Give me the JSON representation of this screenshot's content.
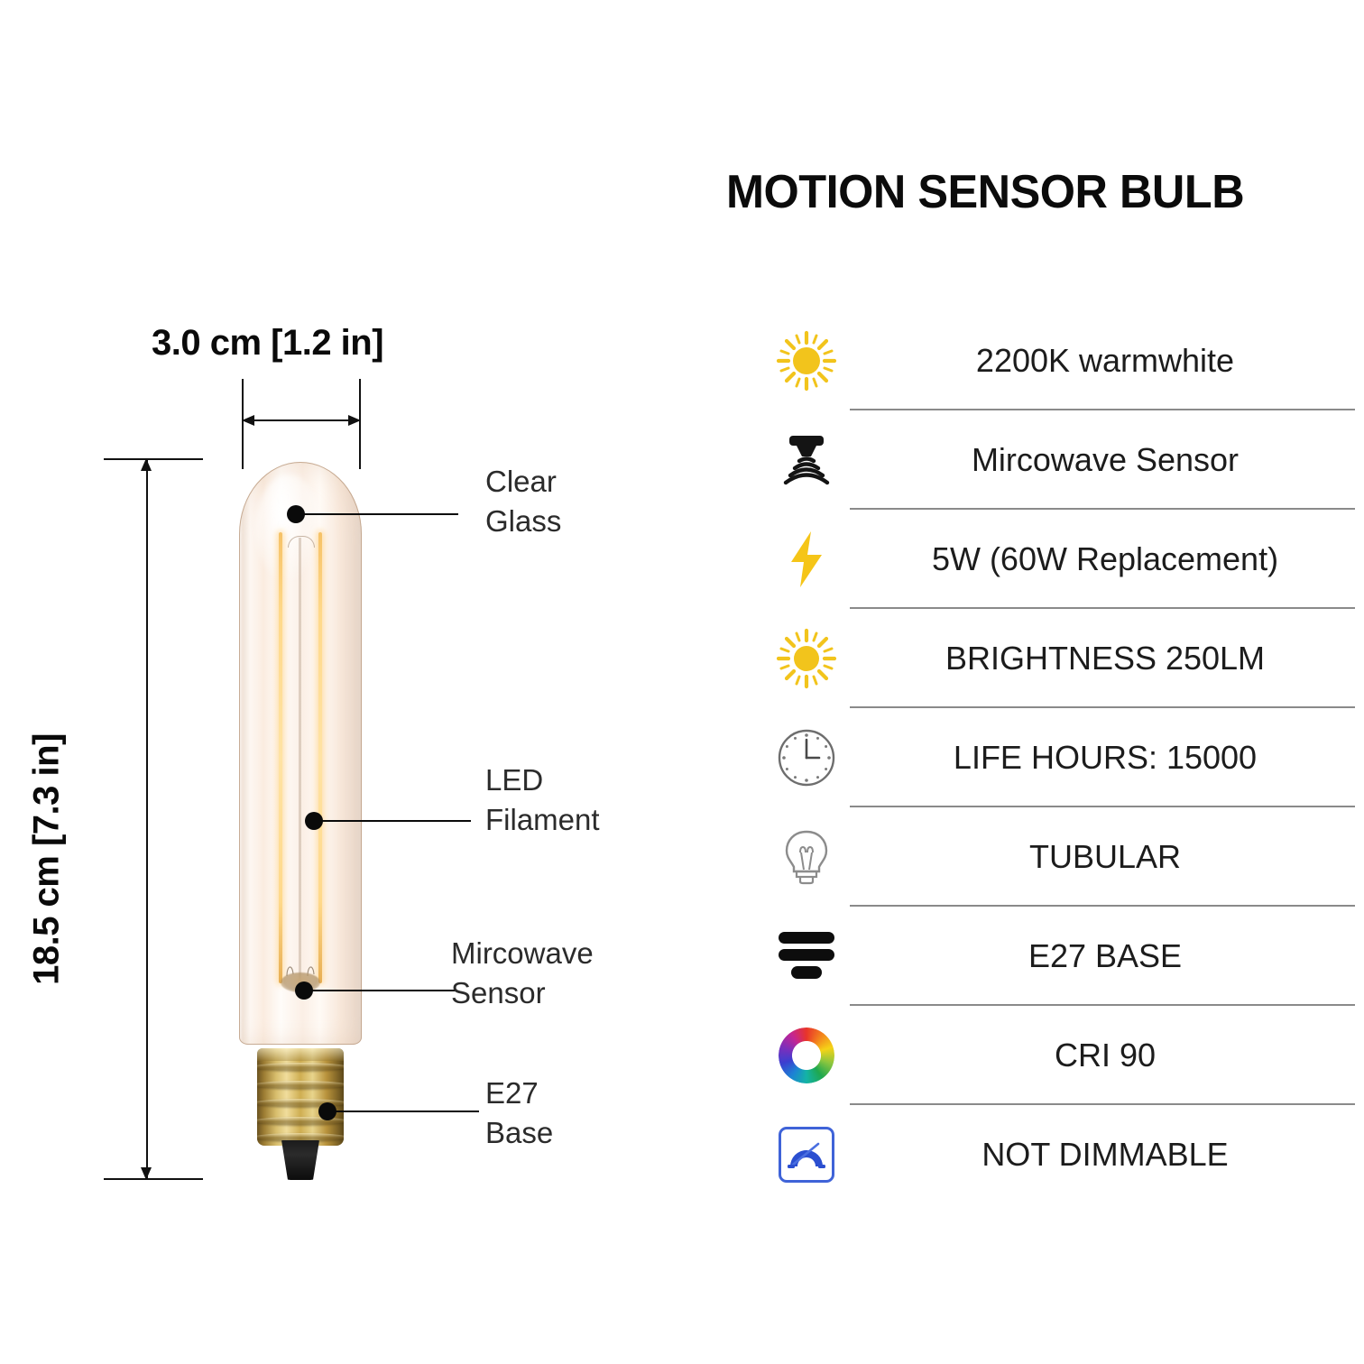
{
  "title": "MOTION SENSOR BULB",
  "dimensions": {
    "width_label": "3.0 cm [1.2 in]",
    "height_label": "18.5 cm [7.3 in]"
  },
  "callouts": [
    {
      "name": "clear-glass",
      "label": "Clear\nGlass"
    },
    {
      "name": "led-filament",
      "label": "LED\nFilament"
    },
    {
      "name": "microwave-sensor",
      "label": "Mircowave\nSensor"
    },
    {
      "name": "e27-base",
      "label": "E27\nBase"
    }
  ],
  "specs": [
    {
      "icon": "sun-icon",
      "text": "2200K warmwhite"
    },
    {
      "icon": "motion-sensor-icon",
      "text": "Mircowave Sensor"
    },
    {
      "icon": "lightning-bolt-icon",
      "text": "5W (60W Replacement)"
    },
    {
      "icon": "sun-icon",
      "text": "BRIGHTNESS 250LM"
    },
    {
      "icon": "clock-icon",
      "text": "LIFE HOURS: 15000"
    },
    {
      "icon": "bulb-outline-icon",
      "text": "TUBULAR"
    },
    {
      "icon": "screw-base-icon",
      "text": "E27 BASE"
    },
    {
      "icon": "color-wheel-icon",
      "text": "CRI 90"
    },
    {
      "icon": "not-dimmable-icon",
      "text": "NOT DIMMABLE"
    }
  ],
  "colors": {
    "sun_yellow": "#F2C41C",
    "bolt_yellow": "#F5C518",
    "divider_gray": "#8A8A8A",
    "dimmer_blue": "#3F63D8",
    "text_dark": "#1C1C1C",
    "brass": "#D8BE6D",
    "filament_amber": "#FFD98A"
  }
}
